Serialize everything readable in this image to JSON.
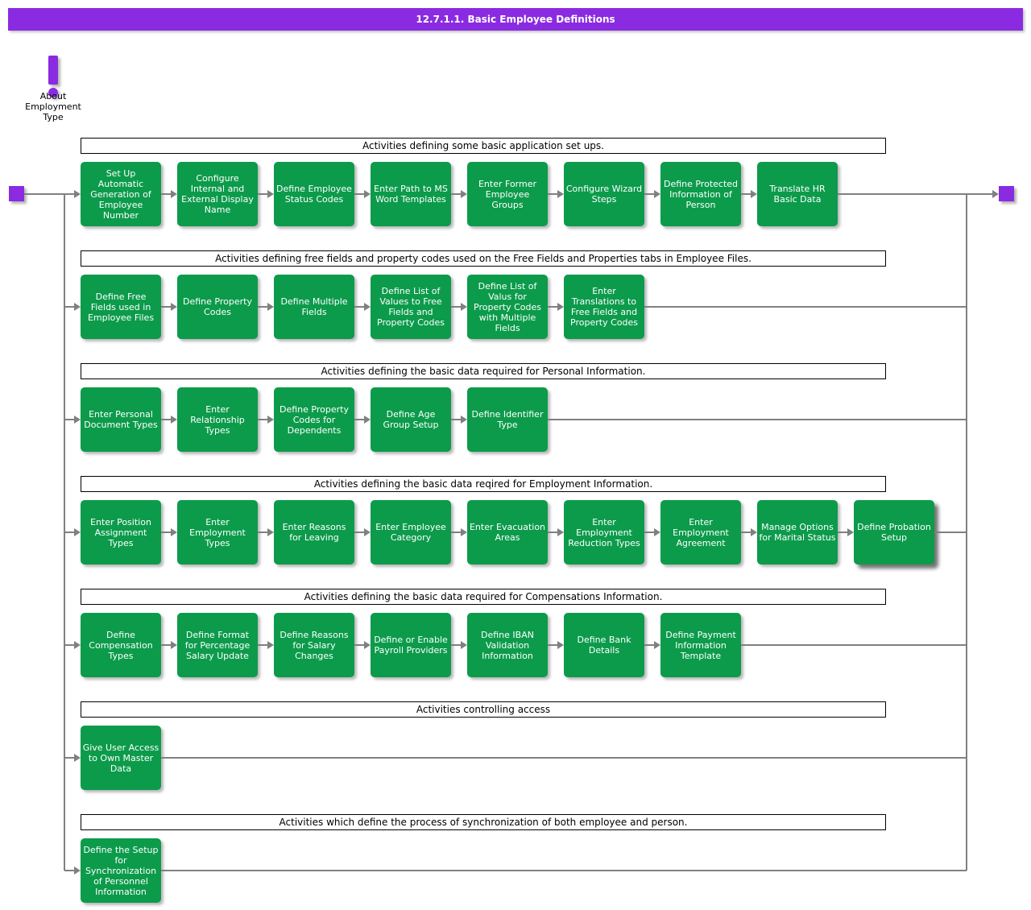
{
  "title": "12.7.1.1. Basic Employee Definitions",
  "note": {
    "label": "About Employment Type"
  },
  "colors": {
    "header_purple": "#8A2BE2",
    "node_green": "#0C9B4B",
    "connector_gray": "#808080",
    "header_box_border": "#000000"
  },
  "rows": [
    {
      "header": "Activities defining some basic application set ups.",
      "boxes": [
        "Set Up Automatic Generation of Employee Number",
        "Configure Internal and External Display Name",
        "Define Employee Status Codes",
        "Enter Path to MS Word Templates",
        "Enter Former Employee Groups",
        "Configure Wizard Steps",
        "Define Protected Information of Person",
        "Translate HR Basic Data"
      ]
    },
    {
      "header": "Activities defining free fields and property codes used on the Free Fields and Properties tabs in Employee Files.",
      "boxes": [
        "Define Free Fields used in Employee Files",
        "Define Property Codes",
        "Define Multiple Fields",
        "Define List of Values to Free Fields and Property Codes",
        "Define List of Valus for Property Codes with Multiple Fields",
        "Enter Translations to Free Fields and Property Codes"
      ]
    },
    {
      "header": "Activities defining the basic data required for Personal Information.",
      "boxes": [
        "Enter Personal Document Types",
        "Enter Relationship Types",
        "Define Property Codes for Dependents",
        "Define Age Group Setup",
        "Define Identifier Type"
      ]
    },
    {
      "header": "Activities defining the basic data reqired for Employment Information.",
      "boxes": [
        "Enter Position Assignment Types",
        "Enter Employment Types",
        "Enter Reasons for Leaving",
        "Enter Employee Category",
        "Enter Evacuation Areas",
        "Enter Employment Reduction Types",
        "Enter Employment Agreement",
        "Manage Options for Marital Status",
        "Define Probation Setup"
      ]
    },
    {
      "header": "Activities defining the basic data required for Compensations Information.",
      "boxes": [
        "Define Compensation Types",
        "Define Format for Percentage Salary Update",
        "Define Reasons for Salary Changes",
        "Define or Enable Payroll Providers",
        "Define IBAN Validation Information",
        "Define Bank Details",
        "Define Payment Information Template"
      ]
    },
    {
      "header": "Activities controlling access",
      "boxes": [
        "Give User Access to Own Master Data"
      ]
    },
    {
      "header": "Activities which define the process of synchronization of both employee and person.",
      "boxes": [
        "Define the Setup for Synchronization of Personnel Information"
      ]
    }
  ]
}
